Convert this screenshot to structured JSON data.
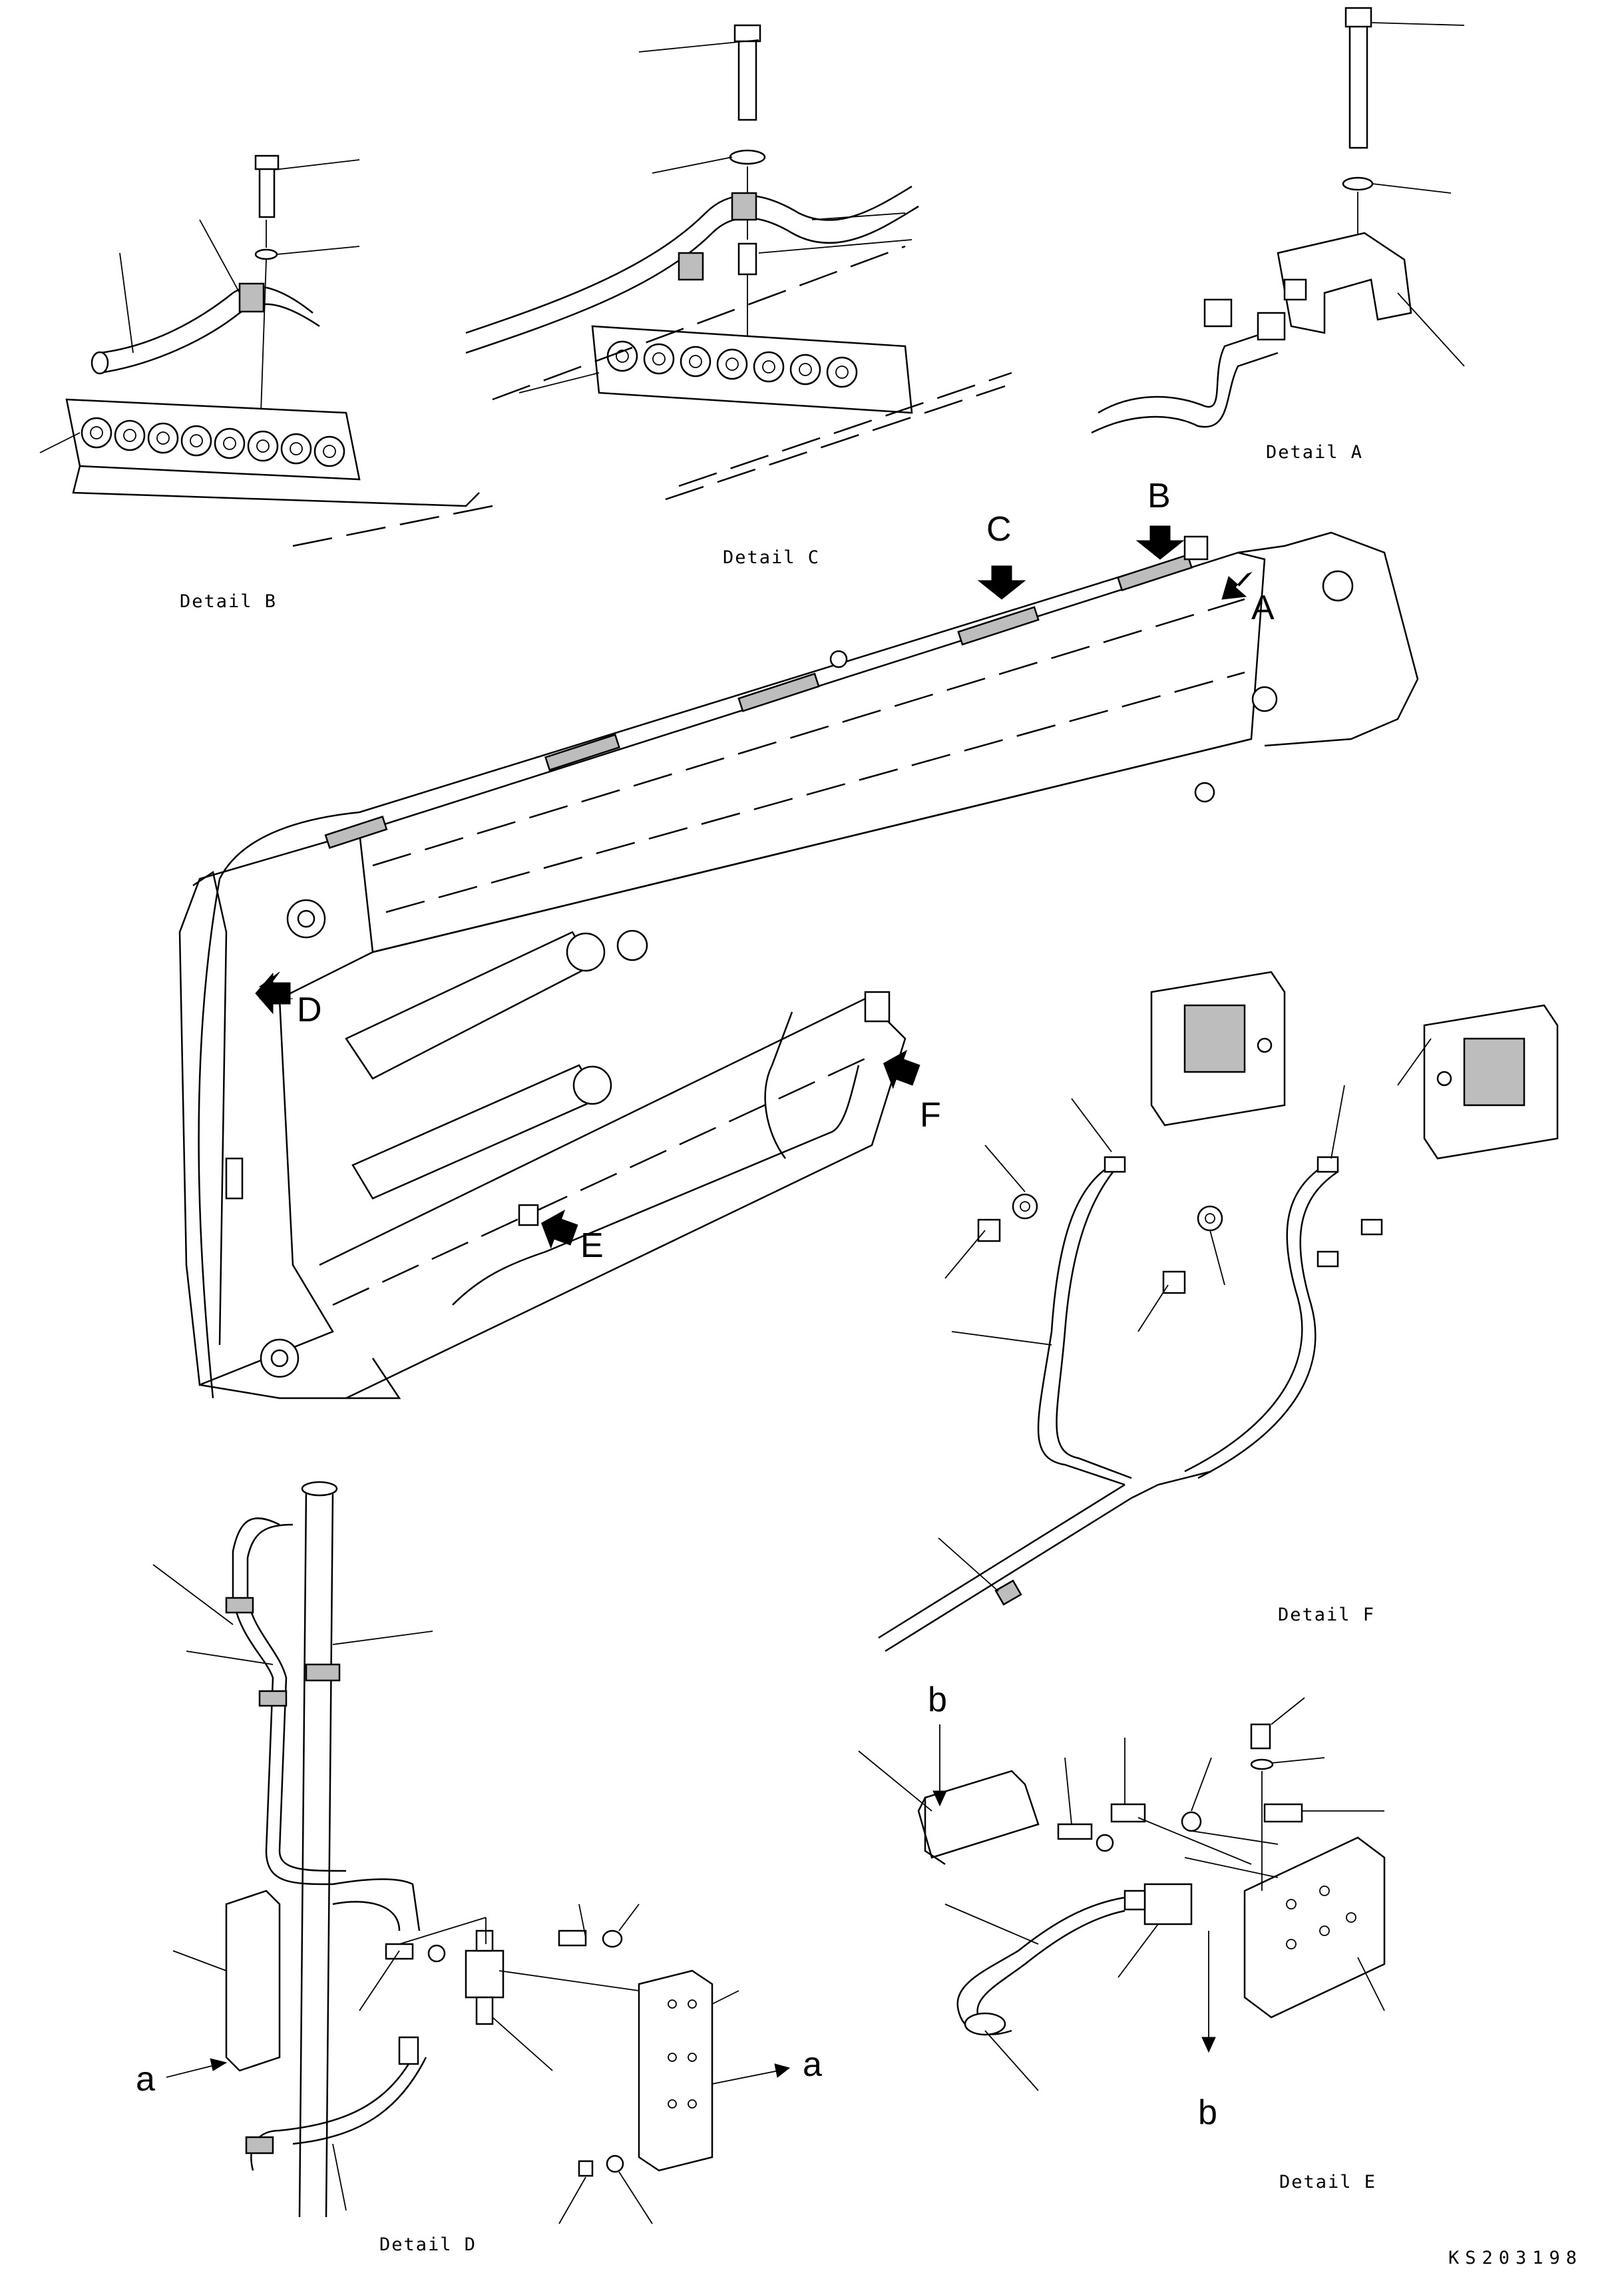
{
  "figure_code": "KS203198",
  "details": {
    "a": "Detail A",
    "b": "Detail B",
    "c": "Detail C",
    "d": "Detail D",
    "e": "Detail E",
    "f": "Detail F"
  },
  "view_arrows": {
    "a": "A",
    "b": "B",
    "c": "C",
    "d": "D",
    "e": "E",
    "f": "F"
  },
  "section_marks": {
    "a_lower": "a",
    "a_upper": "a",
    "b_upper": "b",
    "b_lower": "b"
  }
}
